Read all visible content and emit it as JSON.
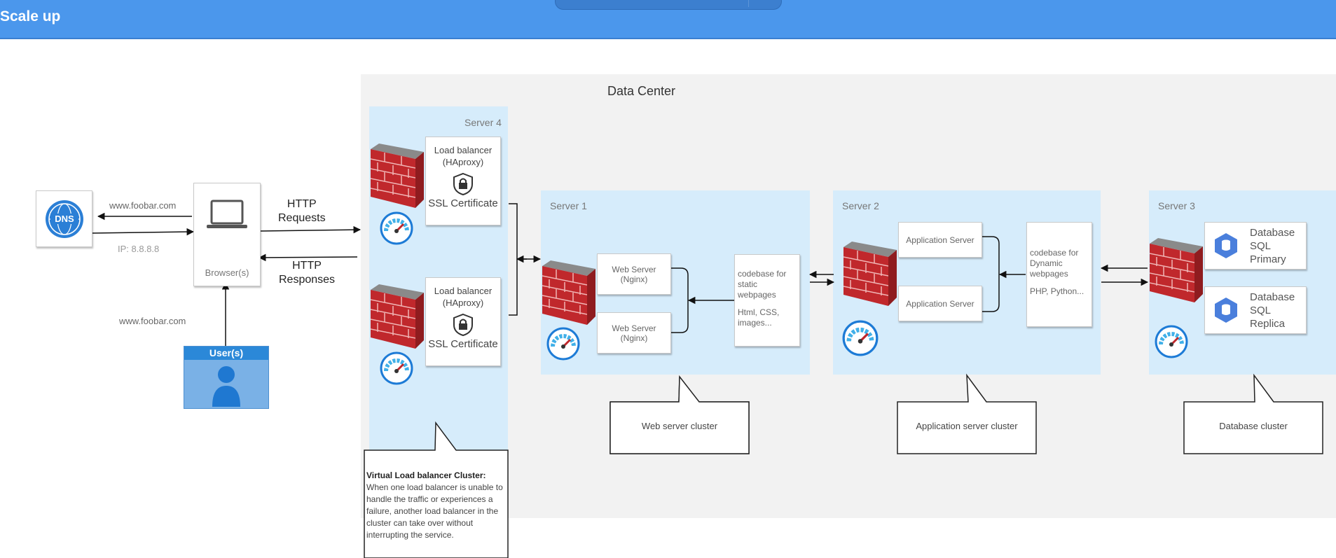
{
  "header": {
    "title": "Scale up"
  },
  "diagram": {
    "data_center_title": "Data Center",
    "dns": {
      "icon": "dns-globe-icon",
      "label": "DNS"
    },
    "domain_top": "www.foobar.com",
    "ip": "IP: 8.8.8.8",
    "domain_bottom": "www.foobar.com",
    "browser_label": "Browser(s)",
    "user_label": "User(s)",
    "http_requests": [
      "HTTP",
      "Requests"
    ],
    "http_responses": [
      "HTTP",
      "Responses"
    ],
    "server4": {
      "label": "Server 4",
      "lb1": {
        "title": [
          "Load balancer",
          "(HAproxy)"
        ],
        "ssl": "SSL Certificate"
      },
      "lb2": {
        "title": [
          "Load balancer",
          "(HAproxy)"
        ],
        "ssl": "SSL Certificate"
      }
    },
    "server1": {
      "label": "Server 1",
      "web1": [
        "Web Server",
        "(Nginx)"
      ],
      "web2": [
        "Web Server",
        "(Nginx)"
      ],
      "codebase": [
        "codebase for",
        "static webpages",
        "",
        "Html, CSS,",
        "images..."
      ]
    },
    "server2": {
      "label": "Server 2",
      "app1": "Application Server",
      "app2": "Application Server",
      "codebase": [
        "codebase for",
        "Dynamic",
        "webpages",
        "",
        "PHP, Python..."
      ]
    },
    "server3": {
      "label": "Server 3",
      "db1": [
        "Database",
        "SQL",
        "Primary"
      ],
      "db2": [
        "Database",
        "SQL",
        "Replica"
      ]
    },
    "callouts": {
      "web_cluster": "Web server cluster",
      "app_cluster": "Application server cluster",
      "db_cluster": "Database cluster",
      "lb_cluster_title": "Virtual Load balancer Cluster:",
      "lb_cluster_text": "When one load balancer is unable to handle the traffic or experiences a failure, another load balancer in the cluster can take over without interrupting the service."
    },
    "colors": {
      "header": "#4b97ec",
      "server_bg": "#d6ecfb",
      "datacenter_bg": "#f2f2f2",
      "firewall_brick": "#c0282c",
      "db_blue": "#4a7fdc",
      "user_blue": "#2b88d8"
    }
  }
}
